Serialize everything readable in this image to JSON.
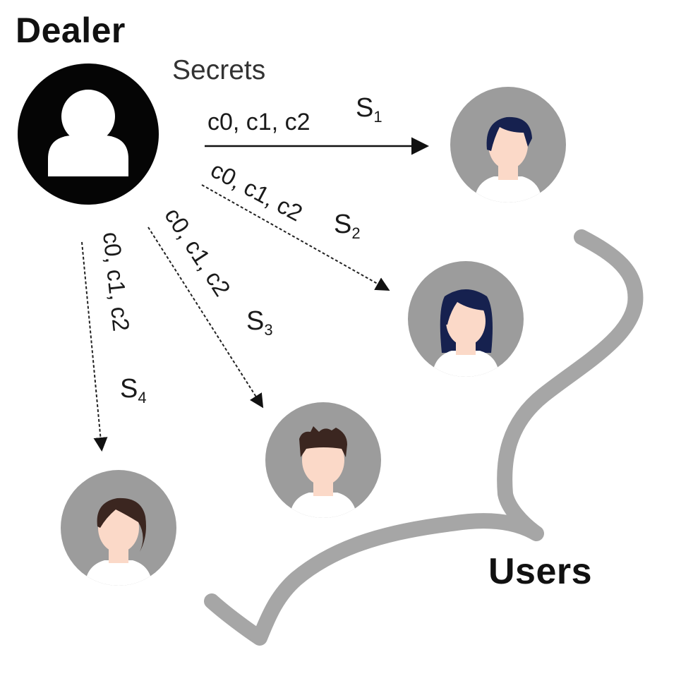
{
  "dealer": {
    "label": "Dealer",
    "icon": "dealer-person-icon"
  },
  "secrets_label": "Secrets",
  "users_label": "Users",
  "shares": [
    {
      "coeffs": "c0, c1, c2",
      "share": "S",
      "index": "1"
    },
    {
      "coeffs": "c0, c1, c2",
      "share": "S",
      "index": "2"
    },
    {
      "coeffs": "c0, c1, c2",
      "share": "S",
      "index": "3"
    },
    {
      "coeffs": "c0, c1, c2",
      "share": "S",
      "index": "4"
    }
  ],
  "colors": {
    "dealer_fill": "#050505",
    "avatar_bg": "#9c9c9c",
    "skin": "#fbd9c8",
    "hair_dark_blue": "#16214f",
    "hair_brown": "#3b2620",
    "brace": "#a6a6a6"
  }
}
